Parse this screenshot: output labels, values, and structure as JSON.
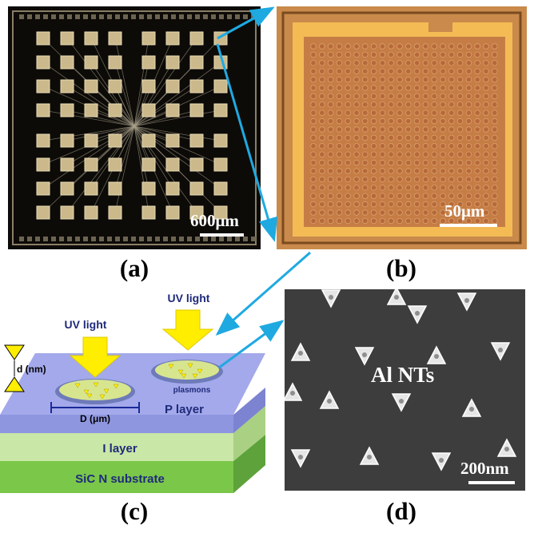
{
  "panels": {
    "a": {
      "label": "(a)",
      "scale_text": "600μm"
    },
    "b": {
      "label": "(b)",
      "scale_text": "50μm"
    },
    "c": {
      "label": "(c)",
      "uv_light_left": "UV light",
      "uv_light_right": "UV light",
      "d_label": "d (nm)",
      "D_label": "D (μm)",
      "plasmons_label": "plasmons",
      "p_layer": "P layer",
      "i_layer": "I layer",
      "substrate": "SiC N substrate"
    },
    "d": {
      "label": "(d)",
      "title": "Al NTs",
      "scale_text": "200nm"
    }
  },
  "colors": {
    "arrow": "#1fa9e1",
    "uv_arrow": "#ffee00",
    "p_layer": "#a3a9ea",
    "i_layer": "#c9e7a6",
    "substrate": "#7ac74a",
    "gold": "#f4bb55",
    "copper": "#c98a4b"
  }
}
